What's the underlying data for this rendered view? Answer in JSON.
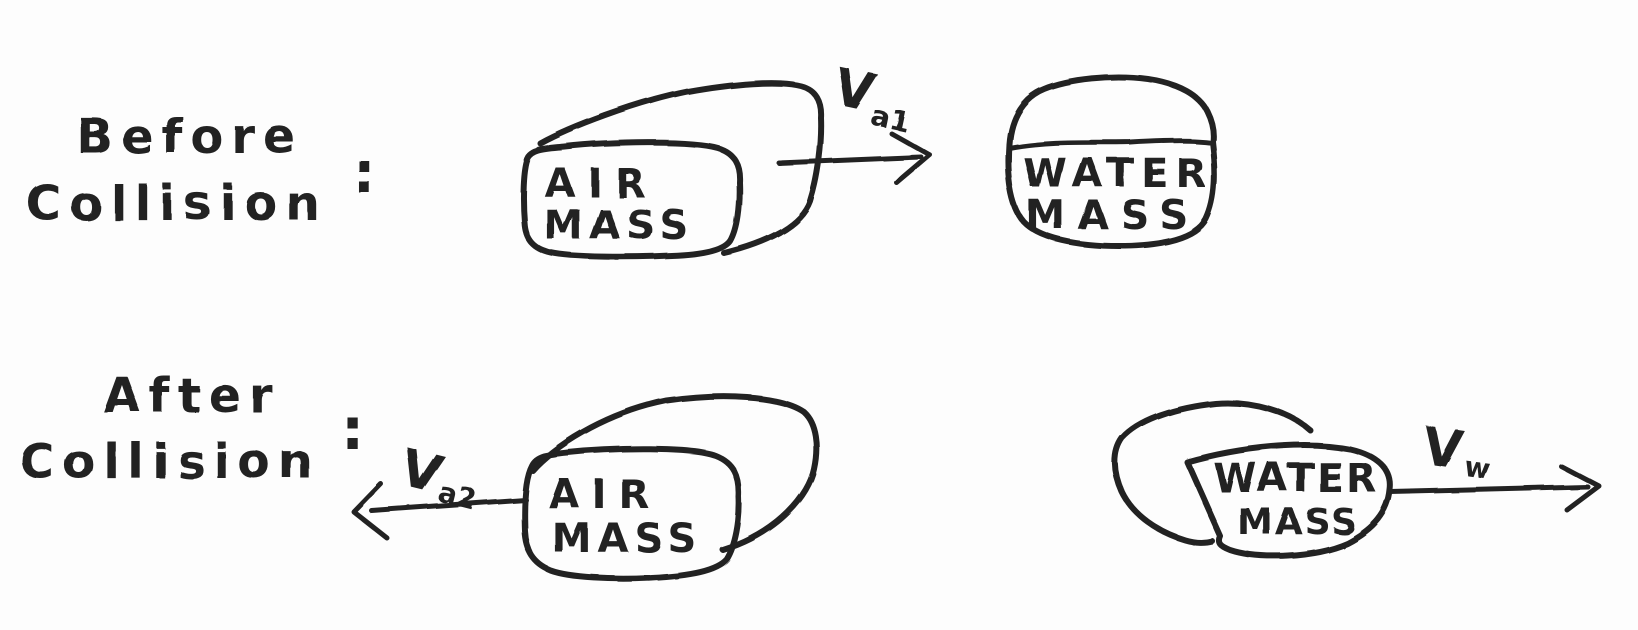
{
  "canvas": {
    "ink_color": "#242424",
    "paper_color": "#fdfdfd",
    "drawing_style": "hand-drawn marker sketch"
  },
  "before_section": {
    "label": {
      "line1": "Before",
      "line2": "Collision",
      "colon": ":"
    },
    "air_mass": {
      "name_line1": "AIR",
      "name_line2": "MASS"
    },
    "water_mass": {
      "name_line1": "WATER",
      "name_line2": "MASS"
    },
    "air_velocity": {
      "symbol": "V",
      "subscript": "a1",
      "direction": "right"
    }
  },
  "after_section": {
    "label": {
      "line1": "After",
      "line2": "Collision",
      "colon": ":"
    },
    "air_mass": {
      "name_line1": "AIR",
      "name_line2": "MASS"
    },
    "water_mass": {
      "name_line1": "WATER",
      "name_line2": "MASS"
    },
    "air_velocity": {
      "symbol": "V",
      "subscript": "a2",
      "direction": "left"
    },
    "water_velocity": {
      "symbol": "V",
      "subscript": "w",
      "direction": "right"
    }
  }
}
